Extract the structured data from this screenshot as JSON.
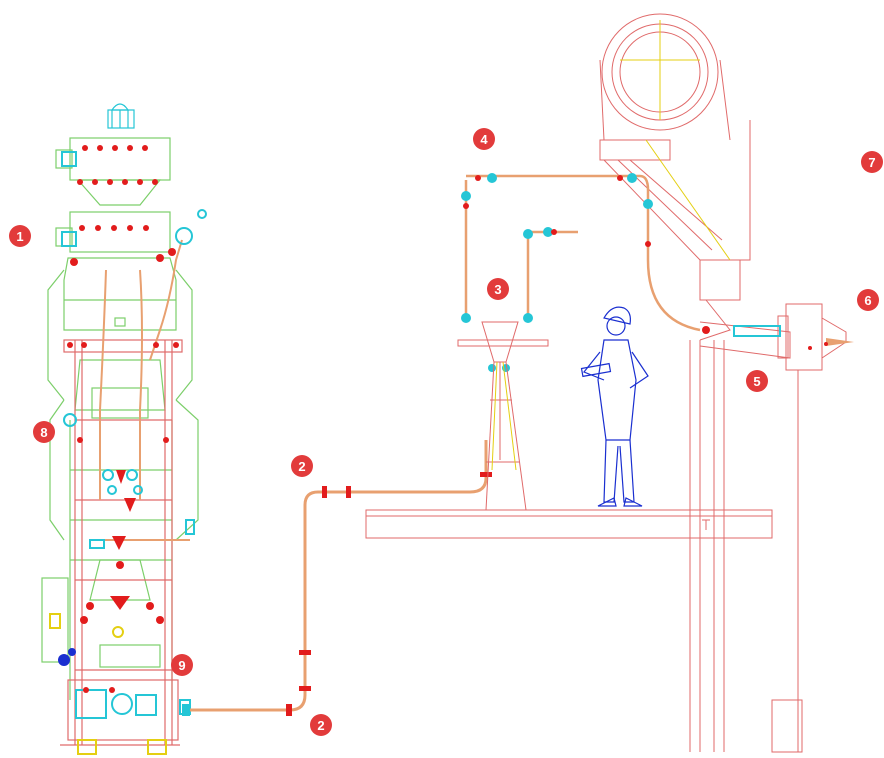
{
  "markers": [
    {
      "id": "m1",
      "label": "1"
    },
    {
      "id": "m2a",
      "label": "2"
    },
    {
      "id": "m2b",
      "label": "2"
    },
    {
      "id": "m3",
      "label": "3"
    },
    {
      "id": "m4",
      "label": "4"
    },
    {
      "id": "m5",
      "label": "5"
    },
    {
      "id": "m6",
      "label": "6"
    },
    {
      "id": "m7",
      "label": "7"
    },
    {
      "id": "m8",
      "label": "8"
    },
    {
      "id": "m9",
      "label": "9"
    }
  ],
  "colors": {
    "marker": "#e23b3b",
    "pipe": "#e8a070",
    "structure": "#e06a6a",
    "vessel": "#7ccf6a",
    "flange": "#25c6d6",
    "valve": "#e21c1c",
    "figure": "#1a2fd0"
  }
}
